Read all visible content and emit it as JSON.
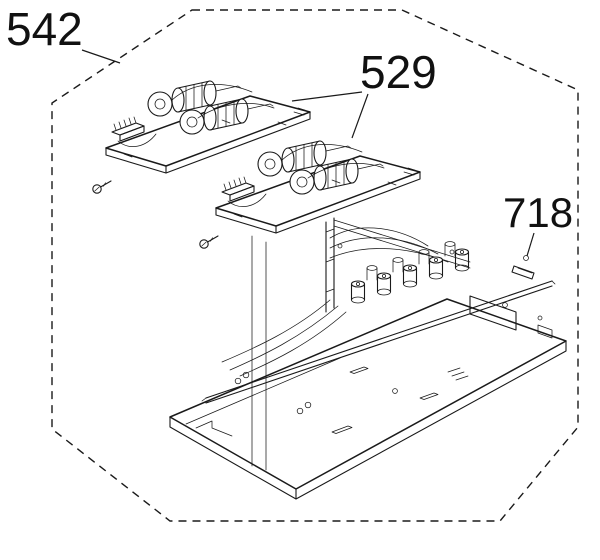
{
  "figure": {
    "part_labels": {
      "enclosure": "542",
      "pump_assemblies": "529",
      "bracket": "718"
    }
  },
  "colors": {
    "line": "#1a1a1a",
    "background": "#ffffff"
  }
}
